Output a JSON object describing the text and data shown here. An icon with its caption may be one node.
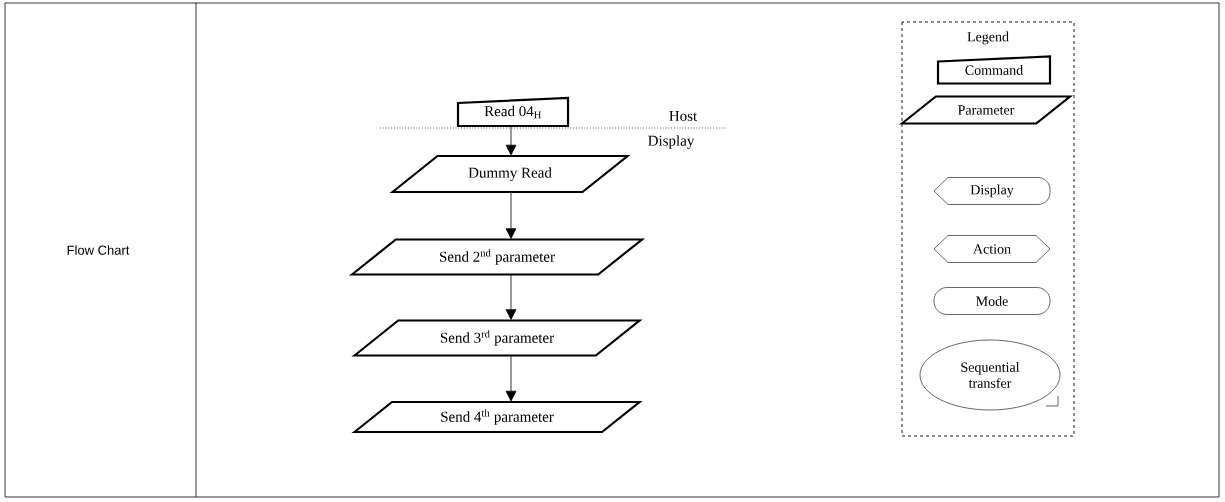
{
  "diagram": {
    "nodes": [
      {
        "text": [
          "Read 04$_{H}$"
        ]
      },
      {
        "text": [
          "Dummy Read"
        ]
      },
      {
        "text": [
          "Send 2$^{nd}$ parameter"
        ]
      },
      {
        "text": [
          "Send 3$^{rd}$ parameter"
        ]
      },
      {
        "text": [
          "Send 4$^{th}$ parameter"
        ]
      },
      {
        "text": [
          "Legend"
        ]
      },
      {
        "text": [
          "Command"
        ],
        "in": 5
      },
      {
        "text": [
          "Parameter"
        ],
        "in": 5
      },
      {
        "text": [
          "Display"
        ],
        "in": 5
      },
      {
        "text": [
          "Action"
        ],
        "in": 5
      },
      {
        "text": [
          "Mode"
        ],
        "in": 5
      },
      {
        "text": [
          "Sequential transfer"
        ],
        "in": 5
      }
    ],
    "edges": [
      {
        "from": 0,
        "to": 1,
        "arrow": "to"
      },
      {
        "from": 1,
        "to": 2,
        "arrow": "to"
      },
      {
        "from": 2,
        "to": 3,
        "arrow": "to"
      },
      {
        "from": 3,
        "to": 4,
        "arrow": "to"
      }
    ],
    "labels": [
      "Flow Chart",
      "Host",
      "Display"
    ]
  }
}
